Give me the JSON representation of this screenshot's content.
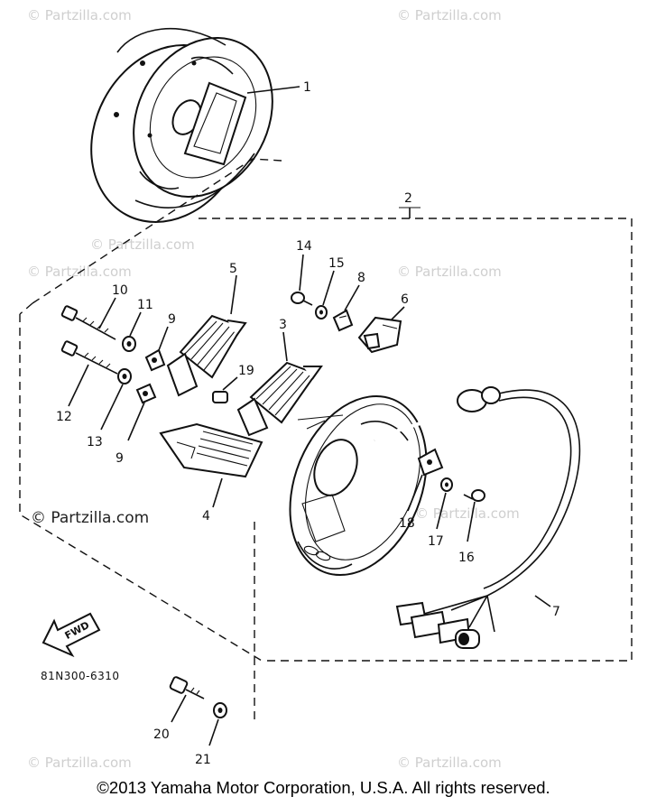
{
  "watermark": {
    "text": "© Partzilla.com",
    "prominent_text": "© Partzilla.com"
  },
  "diagram": {
    "code": "81N300-6310",
    "fwd_label": "FWD",
    "callouts": {
      "c1": "1",
      "c2": "2",
      "c3": "3",
      "c4": "4",
      "c5": "5",
      "c6": "6",
      "c7": "7",
      "c8": "8",
      "c9a": "9",
      "c9b": "9",
      "c10": "10",
      "c11": "11",
      "c12": "12",
      "c13": "13",
      "c14": "14",
      "c15": "15",
      "c16": "16",
      "c17": "17",
      "c18": "18",
      "c19": "19",
      "c20": "20",
      "c21": "21"
    }
  },
  "footer": {
    "copyright": "©2013 Yamaha Motor Corporation, U.S.A. All rights reserved."
  }
}
